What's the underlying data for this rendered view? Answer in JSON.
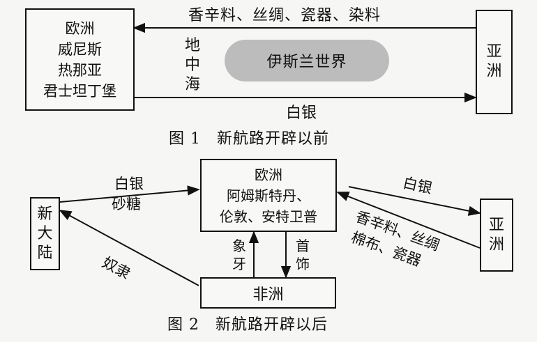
{
  "figure1": {
    "europe_box": [
      "欧洲",
      "威尼斯",
      "热那亚",
      "君士坦丁堡"
    ],
    "asia_box": [
      "亚",
      "洲"
    ],
    "top_arrow_label": "香辛料、丝绸、瓷器、染料",
    "sea_label": [
      "地",
      "中",
      "海"
    ],
    "islamic_world": "伊斯兰世界",
    "bottom_arrow_label": "白银",
    "caption": "图 1　新航路开辟以前"
  },
  "figure2": {
    "europe_box": [
      "欧洲",
      "阿姆斯特丹、",
      "伦敦、安特卫普"
    ],
    "new_world_box": [
      "新",
      "大",
      "陆"
    ],
    "asia_box": [
      "亚",
      "洲"
    ],
    "africa_box": "非洲",
    "to_europe_from_new_world": [
      "白银",
      "砂糖"
    ],
    "europe_to_asia": "白银",
    "asia_to_europe": [
      "香辛料、丝绸",
      "棉布、瓷器"
    ],
    "slaves": "奴隶",
    "africa_to_europe": [
      "象",
      "牙"
    ],
    "europe_to_africa": [
      "首",
      "饰"
    ],
    "caption": "图 2　新航路开辟以后"
  }
}
